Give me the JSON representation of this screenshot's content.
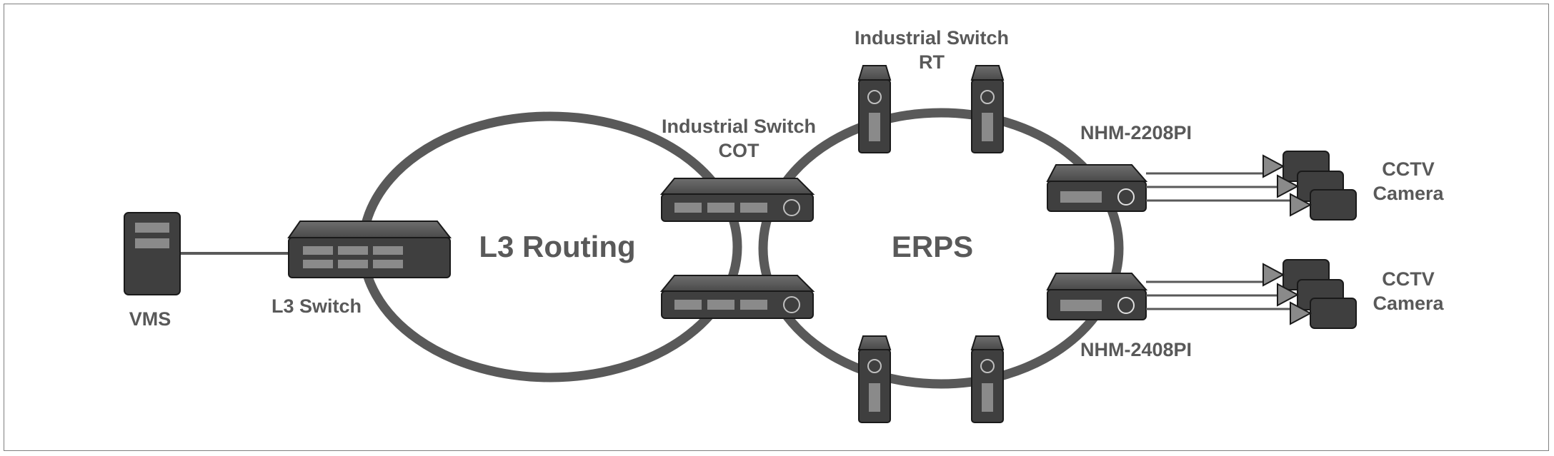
{
  "labels": {
    "vms": "VMS",
    "l3_switch": "L3 Switch",
    "l3_routing": "L3 Routing",
    "erps": "ERPS",
    "industrial_switch_cot_line1": "Industrial Switch",
    "industrial_switch_cot_line2": "COT",
    "industrial_switch_rt_line1": "Industrial Switch",
    "industrial_switch_rt_line2": "RT",
    "nhm_2208pi": "NHM-2208PI",
    "nhm_2408pi": "NHM-2408PI",
    "cctv_top_line1": "CCTV",
    "cctv_top_line2": "Camera",
    "cctv_bottom_line1": "CCTV",
    "cctv_bottom_line2": "Camera"
  },
  "colors": {
    "ring": "#595959",
    "device_body": "#3f3f3f",
    "device_top": "#595959",
    "port": "#7f7f7f",
    "text": "#595959"
  }
}
